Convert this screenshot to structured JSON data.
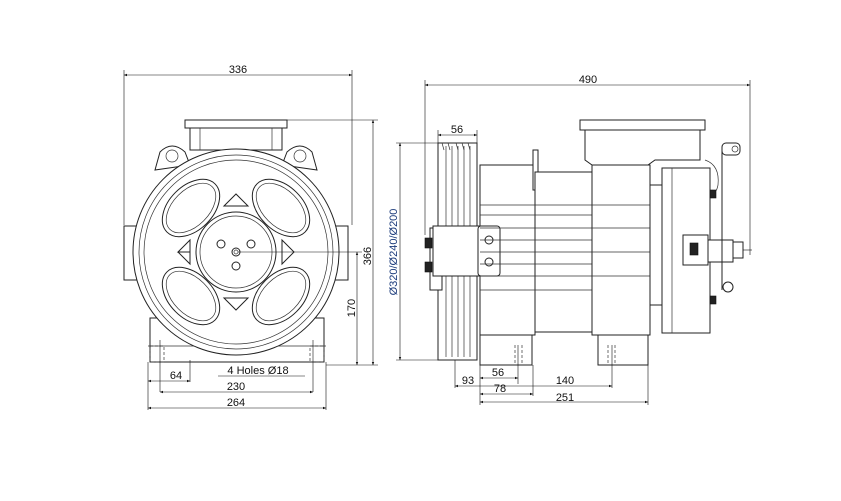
{
  "front_view": {
    "width_overall": "336",
    "height_overall": "366",
    "shaft_height": "170",
    "hole_offset": "64",
    "holes_note": "4 Holes Ø18",
    "hole_spacing": "230",
    "base_width": "264"
  },
  "side_view": {
    "length_overall": "490",
    "pulley_width": "56",
    "pulley_diameters": "Ø320/Ø240/Ø200",
    "dim_93": "93",
    "dim_56": "56",
    "dim_78": "78",
    "dim_140": "140",
    "dim_251": "251"
  },
  "colors": {
    "line": "#222222",
    "diameter_label": "#1a3a7a"
  }
}
